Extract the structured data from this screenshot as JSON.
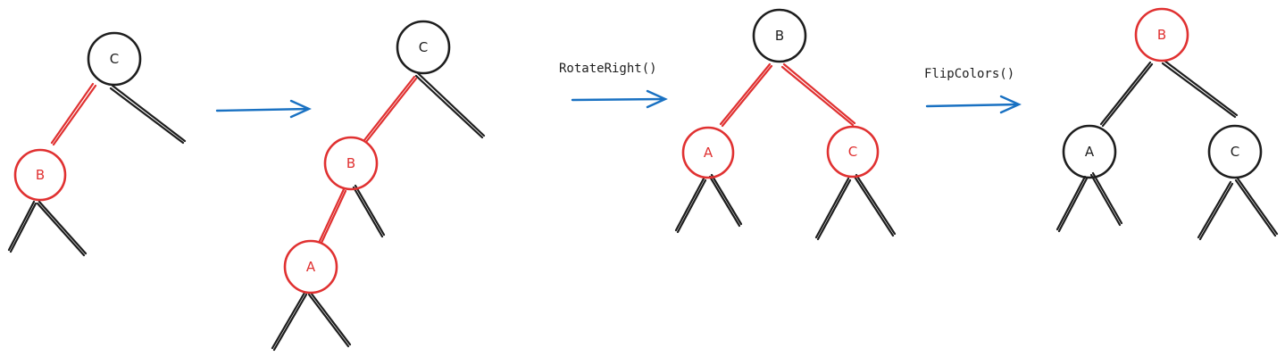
{
  "colors": {
    "black": "#1e1e1e",
    "red": "#e03131",
    "arrow": "#1971c2"
  },
  "steps": [
    {
      "id": "step1",
      "nodes": [
        {
          "label": "C",
          "color": "black"
        },
        {
          "label": "B",
          "color": "red"
        }
      ]
    },
    {
      "id": "step2",
      "nodes": [
        {
          "label": "C",
          "color": "black"
        },
        {
          "label": "B",
          "color": "red"
        },
        {
          "label": "A",
          "color": "red"
        }
      ]
    },
    {
      "id": "step3",
      "nodes": [
        {
          "label": "B",
          "color": "black"
        },
        {
          "label": "A",
          "color": "red"
        },
        {
          "label": "C",
          "color": "red"
        }
      ]
    },
    {
      "id": "step4",
      "nodes": [
        {
          "label": "B",
          "color": "red"
        },
        {
          "label": "A",
          "color": "black"
        },
        {
          "label": "C",
          "color": "black"
        }
      ]
    }
  ],
  "transitions": [
    {
      "label": ""
    },
    {
      "label": "RotateRight()"
    },
    {
      "label": "FlipColors()"
    }
  ]
}
